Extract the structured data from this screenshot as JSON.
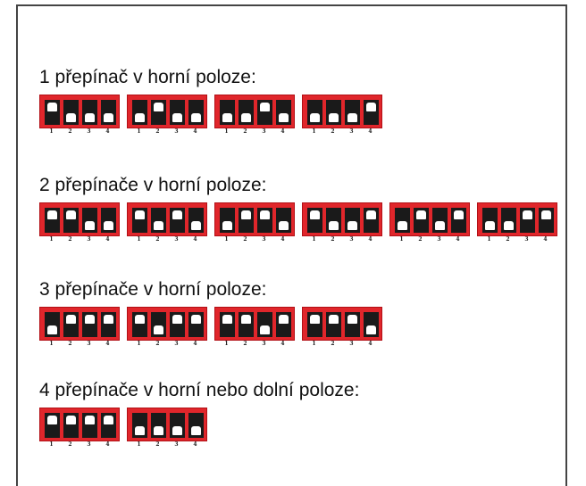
{
  "sections": [
    {
      "title": "1 přepínač v horní poloze:",
      "switches": [
        [
          "up",
          "down",
          "down",
          "down"
        ],
        [
          "down",
          "up",
          "down",
          "down"
        ],
        [
          "down",
          "down",
          "up",
          "down"
        ],
        [
          "down",
          "down",
          "down",
          "up"
        ]
      ]
    },
    {
      "title": "2 přepínače v horní poloze:",
      "switches": [
        [
          "up",
          "up",
          "down",
          "down"
        ],
        [
          "up",
          "down",
          "up",
          "down"
        ],
        [
          "down",
          "up",
          "up",
          "down"
        ],
        [
          "up",
          "down",
          "down",
          "up"
        ],
        [
          "down",
          "up",
          "down",
          "up"
        ],
        [
          "down",
          "down",
          "up",
          "up"
        ]
      ]
    },
    {
      "title": "3 přepínače v horní poloze:",
      "switches": [
        [
          "down",
          "up",
          "up",
          "up"
        ],
        [
          "up",
          "down",
          "up",
          "up"
        ],
        [
          "up",
          "up",
          "down",
          "up"
        ],
        [
          "up",
          "up",
          "up",
          "down"
        ]
      ]
    },
    {
      "title": "4 přepínače v horní nebo dolní poloze:",
      "switches": [
        [
          "up",
          "up",
          "up",
          "up"
        ],
        [
          "down",
          "down",
          "down",
          "down"
        ]
      ]
    }
  ],
  "position_labels": [
    "1",
    "2",
    "3",
    "4"
  ],
  "colors": {
    "switch_body": "#e0262b",
    "slot": "#1a1a1a",
    "knob": "#ffffff"
  }
}
